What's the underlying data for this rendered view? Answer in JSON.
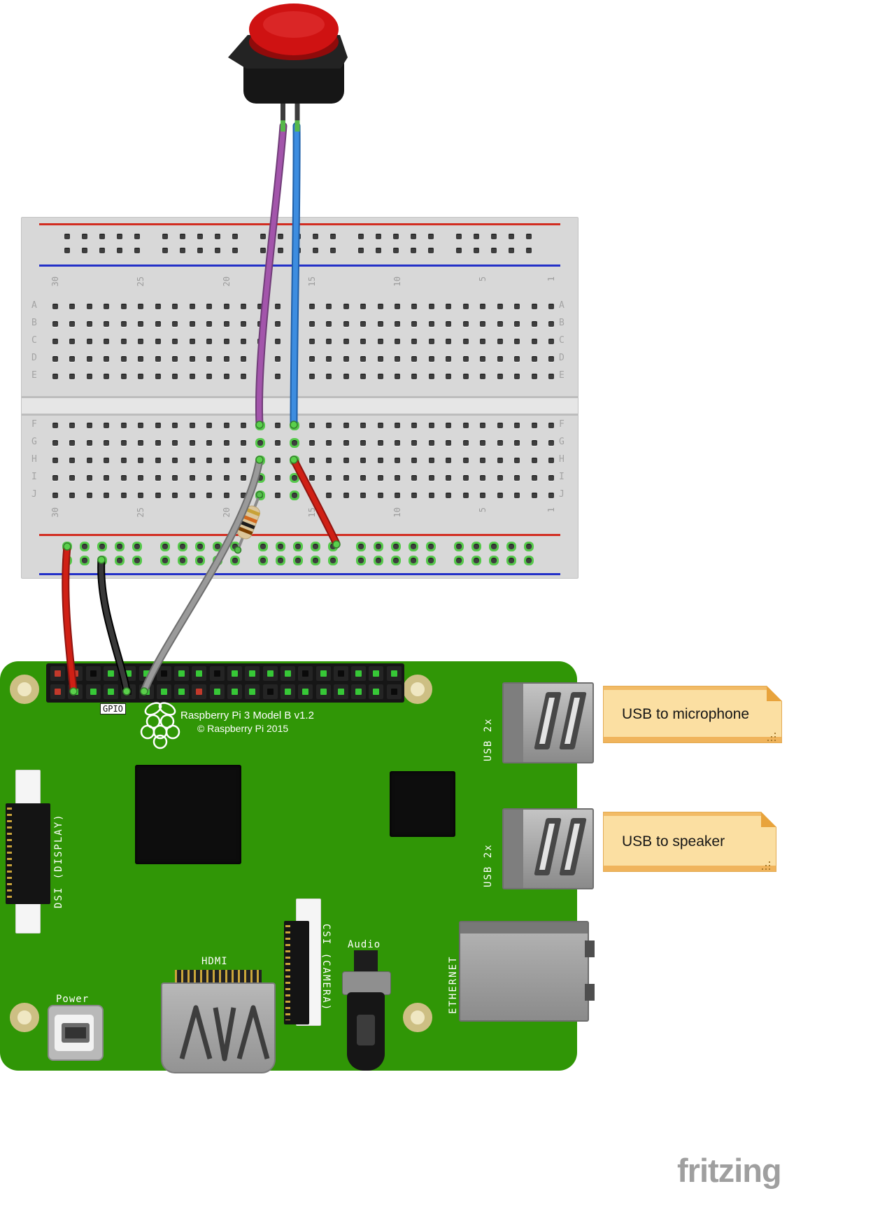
{
  "watermark": "fritzing",
  "breadboard": {
    "column_labels": [
      {
        "text": "30",
        "col": 0
      },
      {
        "text": "25",
        "col": 5
      },
      {
        "text": "20",
        "col": 10
      },
      {
        "text": "15",
        "col": 15
      },
      {
        "text": "10",
        "col": 20
      },
      {
        "text": "5",
        "col": 25
      },
      {
        "text": "1",
        "col": 29
      }
    ],
    "row_labels_top": [
      "A",
      "B",
      "C",
      "D",
      "E"
    ],
    "row_labels_bottom": [
      "F",
      "G",
      "H",
      "I",
      "J"
    ]
  },
  "pi": {
    "gpio_label": "GPIO",
    "title": "Raspberry Pi 3 Model B v1.2",
    "copyright": "© Raspberry Pi 2015",
    "usb_top_label": "USB 2x",
    "usb_bottom_label": "USB 2x",
    "ethernet_label": "ETHERNET",
    "dsi_label": "DSI (DISPLAY)",
    "csi_label": "CSI (CAMERA)",
    "hdmi_label": "HDMI",
    "audio_label": "Audio",
    "power_label": "Power"
  },
  "notes": [
    {
      "text": "USB to microphone"
    },
    {
      "text": "USB to speaker"
    }
  ],
  "colors": {
    "board_green": "#309606",
    "wire_purple": "#a355ab",
    "wire_blue": "#3d8de0",
    "wire_red": "#d02015",
    "wire_black": "#383838",
    "wire_gray": "#9a9a9a",
    "note_bg": "#fbdfa2",
    "note_fold": "#e8a33c"
  }
}
